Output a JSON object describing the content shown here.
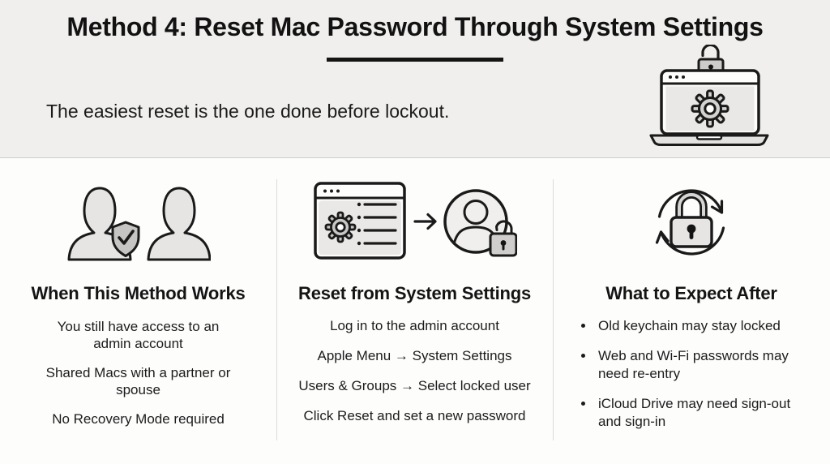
{
  "header": {
    "title": "Method 4: Reset Mac Password Through System Settings",
    "subtitle": "The easiest reset is the one done before lockout."
  },
  "columns": [
    {
      "heading": "When This Method Works",
      "icon": "two-users-shield-icon",
      "items": [
        "You still have access to an admin account",
        "Shared Macs with a partner or spouse",
        "No Recovery Mode required"
      ]
    },
    {
      "heading": "Reset from System Settings",
      "icon": "settings-window-to-locked-user-icon",
      "items": [
        "Log in to the admin account",
        "Apple Menu → System Settings",
        "Users & Groups → Select locked user",
        "Click Reset and set a new password"
      ]
    },
    {
      "heading": "What to Expect After",
      "icon": "lock-refresh-icon",
      "items": [
        "Old keychain may stay locked",
        "Web and Wi-Fi passwords may need re-entry",
        "iCloud Drive may need sign-out and sign-in"
      ]
    }
  ],
  "hero_icon": "laptop-gear-unlock-icon",
  "colors": {
    "header_bg": "#f0efed",
    "content_bg": "#fdfdfc",
    "divider": "#dcdcda",
    "text": "#161616",
    "outline": "#1a1a1a",
    "icon_fill_light": "#e8e7e5",
    "icon_fill_mid": "#c9c8c6"
  }
}
